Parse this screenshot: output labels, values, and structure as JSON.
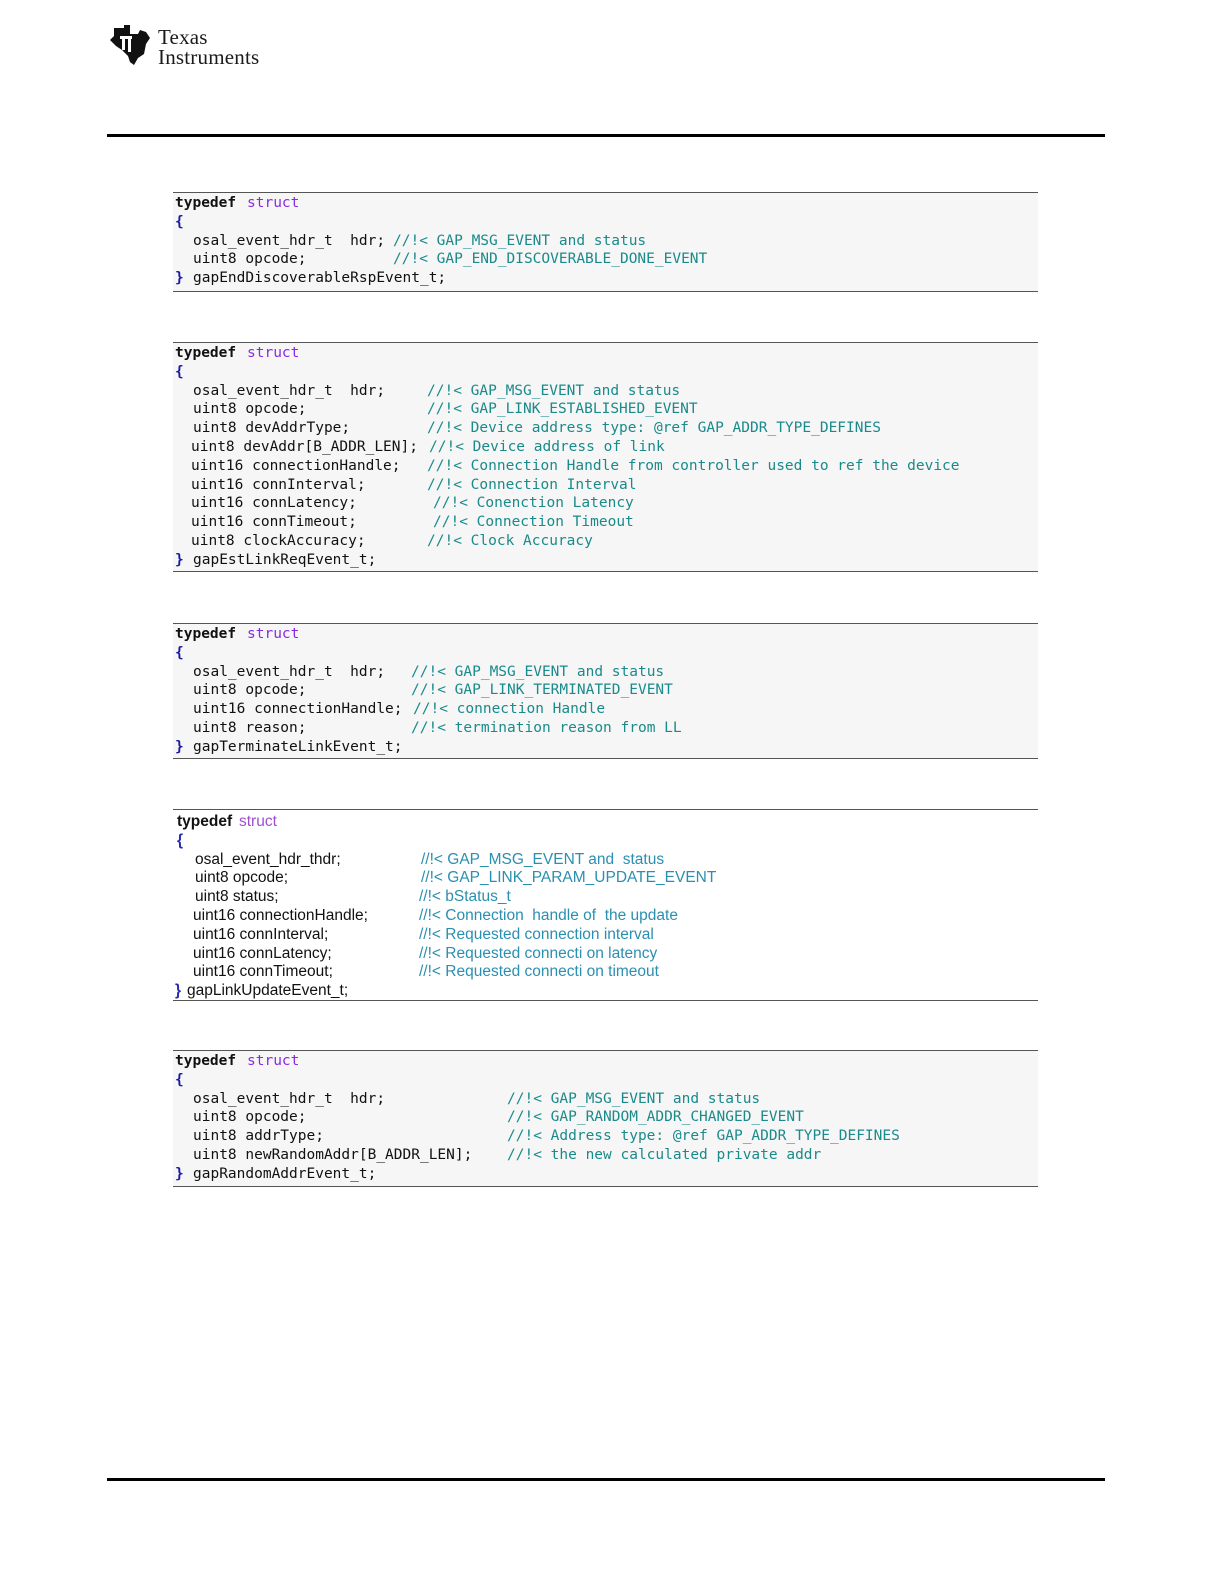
{
  "header": {
    "company_line1": "Texas",
    "company_line2": "Instruments"
  },
  "blocks": [
    {
      "typedef": "typedef",
      "struct": "struct",
      "open": "{",
      "fields": [
        {
          "decl": "osal_event_hdr_t  hdr;",
          "comment": "//!< GAP_MSG_EVENT and status"
        },
        {
          "decl": "uint8 opcode;",
          "comment": "//!< GAP_END_DISCOVERABLE_DONE_EVENT"
        }
      ],
      "close": "}",
      "name": "gapEndDiscoverableRspEvent_t;"
    },
    {
      "typedef": "typedef",
      "struct": "struct",
      "open": "{",
      "fields": [
        {
          "decl": "osal_event_hdr_t  hdr;",
          "comment": "//!< GAP_MSG_EVENT and status"
        },
        {
          "decl": "uint8 opcode;",
          "comment": "//!< GAP_LINK_ESTABLISHED_EVENT"
        },
        {
          "decl": "uint8 devAddrType;",
          "comment": "//!< Device address type: @ref GAP_ADDR_TYPE_DEFINES"
        },
        {
          "decl": "uint8 devAddr[B_ADDR_LEN];",
          "comment": "//!< Device address of link"
        },
        {
          "decl": "uint16 connectionHandle;",
          "comment": "//!< Connection Handle from controller used to ref the device"
        },
        {
          "decl": "uint16 connInterval;",
          "comment": "//!< Connection Interval"
        },
        {
          "decl": "uint16 connLatency;",
          "comment": "//!< Conenction Latency"
        },
        {
          "decl": "uint16 connTimeout;",
          "comment": "//!< Connection Timeout"
        },
        {
          "decl": "uint8 clockAccuracy;",
          "comment": "//!< Clock Accuracy"
        }
      ],
      "close": "}",
      "name": "gapEstLinkReqEvent_t;"
    },
    {
      "typedef": "typedef",
      "struct": "struct",
      "open": "{",
      "fields": [
        {
          "decl": "osal_event_hdr_t  hdr;",
          "comment": "//!< GAP_MSG_EVENT and status"
        },
        {
          "decl": "uint8 opcode;",
          "comment": "//!< GAP_LINK_TERMINATED_EVENT"
        },
        {
          "decl": "uint16 connectionHandle;",
          "comment": "//!< connection Handle"
        },
        {
          "decl": "uint8 reason;",
          "comment": "//!< termination reason from LL"
        }
      ],
      "close": "}",
      "name": "gapTerminateLinkEvent_t;"
    },
    {
      "typedef": "typedef",
      "struct": "struct",
      "open": "{",
      "fields": [
        {
          "decl": "osal_event_hdr_thdr;",
          "comment": "//!< GAP_MSG_EVENT and  status"
        },
        {
          "decl": "uint8 opcode;",
          "comment": "//!< GAP_LINK_PARAM_UPDATE_EVENT"
        },
        {
          "decl": "uint8 status;",
          "comment": "//!< bStatus_t"
        },
        {
          "decl": "uint16 connectionHandle;",
          "comment": "//!< Connection  handle of  the update"
        },
        {
          "decl": "uint16 connInterval;",
          "comment": "//!< Requested connection interval"
        },
        {
          "decl": "uint16 connLatency;",
          "comment": "//!< Requested connecti on latency"
        },
        {
          "decl": "uint16 connTimeout;",
          "comment": "//!< Requested connecti on timeout"
        }
      ],
      "close": "}",
      "name": "gapLinkUpdateEvent_t;"
    },
    {
      "typedef": "typedef",
      "struct": "struct",
      "open": "{",
      "fields": [
        {
          "decl": "osal_event_hdr_t  hdr;",
          "comment": "//!< GAP_MSG_EVENT and status"
        },
        {
          "decl": "uint8 opcode;",
          "comment": "//!< GAP_RANDOM_ADDR_CHANGED_EVENT"
        },
        {
          "decl": "uint8 addrType;",
          "comment": "//!< Address type: @ref GAP_ADDR_TYPE_DEFINES"
        },
        {
          "decl": "uint8 newRandomAddr[B_ADDR_LEN];",
          "comment": "//!< the new calculated private addr"
        }
      ],
      "close": "}",
      "name": "gapRandomAddrEvent_t;"
    }
  ]
}
